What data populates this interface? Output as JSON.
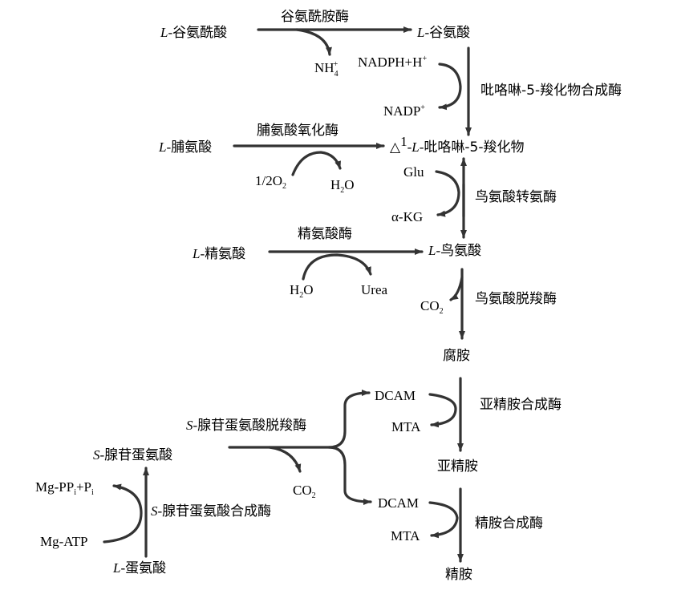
{
  "compounds": {
    "glutamine": {
      "prefix": "L-",
      "name": "谷氨酰酸"
    },
    "glutamate": {
      "prefix": "L-",
      "name": "谷氨酸"
    },
    "proline": {
      "prefix": "L-",
      "name": "脯氨酸"
    },
    "p5c": {
      "prefix_delta": "△",
      "sup": "1",
      "dash": "-",
      "prefix": "L-",
      "name": "吡咯啉-5-羧化物"
    },
    "arginine": {
      "prefix": "L-",
      "name": "精氨酸"
    },
    "ornithine": {
      "prefix": "L-",
      "name": "鸟氨酸"
    },
    "putrescine": {
      "name": "腐胺"
    },
    "spermidine": {
      "name": "亚精胺"
    },
    "spermine": {
      "name": "精胺"
    },
    "sam": {
      "prefix": "S-",
      "name": "腺苷蛋氨酸"
    },
    "methionine": {
      "prefix": "L-",
      "name": "蛋氨酸"
    }
  },
  "enzymes": {
    "glutaminase": "谷氨酰胺酶",
    "p5cs": "吡咯啉-5-羧化物合成酶",
    "proline_oxidase": "脯氨酸氧化酶",
    "oat": "鸟氨酸转氨酶",
    "arginase": "精氨酸酶",
    "odc": "鸟氨酸脱羧酶",
    "samdc_prefix": "S-",
    "samdc": "腺苷蛋氨酸脱羧酶",
    "spds": "亚精胺合成酶",
    "sms": "精胺合成酶",
    "mat_prefix": "S-",
    "mat": "腺苷蛋氨酸合成酶"
  },
  "cofactors": {
    "nh4": {
      "base": "NH",
      "sub": "4",
      "sup": "+"
    },
    "nadph": {
      "text": "NADPH+H",
      "sup": "+"
    },
    "nadp": {
      "text": "NADP",
      "sup": "+"
    },
    "half_o2": {
      "text": "1/2O",
      "sub": "2"
    },
    "h2o_proline": {
      "base": "H",
      "sub": "2",
      "tail": "O"
    },
    "glu": "Glu",
    "akg": "α-KG",
    "h2o_arg": {
      "base": "H",
      "sub": "2",
      "tail": "O"
    },
    "urea": "Urea",
    "co2_odc": {
      "base": "CO",
      "sub": "2"
    },
    "dcam_1": "DCAM",
    "mta_1": "MTA",
    "co2_samdc": {
      "base": "CO",
      "sub": "2"
    },
    "dcam_2": "DCAM",
    "mta_2": "MTA",
    "mgppi": {
      "t1": "Mg-PP",
      "s1": "i",
      "t2": "+P",
      "s2": "i"
    },
    "mgatp": "Mg-ATP"
  }
}
